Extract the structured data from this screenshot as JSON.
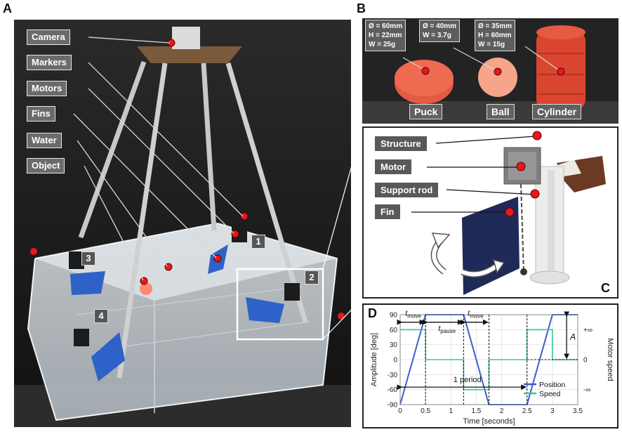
{
  "panels": {
    "a": "A",
    "b": "B",
    "c": "C",
    "d": "D"
  },
  "panel_a": {
    "labels": [
      "Camera",
      "Markers",
      "Motors",
      "Fins",
      "Water",
      "Object"
    ],
    "numbers": [
      "1",
      "2",
      "3",
      "4"
    ]
  },
  "panel_b": {
    "specs": [
      {
        "line1": "Ø = 60mm",
        "line2": "H = 22mm",
        "line3": "W = 25g"
      },
      {
        "line1": "Ø = 40mm",
        "line2": "W = 3.7g"
      },
      {
        "line1": "Ø = 35mm",
        "line2": "H = 60mm",
        "line3": "W = 15g"
      }
    ],
    "objects": [
      "Puck",
      "Ball",
      "Cylinder"
    ]
  },
  "panel_c": {
    "labels": [
      "Structure",
      "Motor",
      "Support rod",
      "Fin"
    ]
  },
  "chart_data": {
    "type": "line",
    "xlabel": "Time [seconds]",
    "ylabel": "Amplitude [deg]",
    "y2label": "Motor speed",
    "xlim": [
      0,
      3.5
    ],
    "ylim": [
      -90,
      90
    ],
    "xticks": [
      "0",
      "0.5",
      "1",
      "1.5",
      "2",
      "2.5",
      "3",
      "3.5"
    ],
    "yticks": [
      "90",
      "60",
      "30",
      "0",
      "-30",
      "-60",
      "-90"
    ],
    "y2ticks": [
      "+∞",
      "0",
      "-∞"
    ],
    "grid": true,
    "legend": "bottom-right",
    "series": [
      {
        "name": "Position",
        "color": "#3a5fcd",
        "x": [
          0,
          0.5,
          1.25,
          1.75,
          2.5,
          3.0,
          3.5
        ],
        "y": [
          -90,
          90,
          90,
          -90,
          -90,
          90,
          90
        ]
      },
      {
        "name": "Speed",
        "color": "#2ecc8f",
        "x": [
          0,
          0.5,
          0.5,
          1.25,
          1.25,
          1.75,
          1.75,
          2.5,
          2.5,
          3.0,
          3.0,
          3.5
        ],
        "y": [
          60,
          60,
          0,
          0,
          -60,
          -60,
          0,
          0,
          60,
          60,
          0,
          0
        ]
      }
    ],
    "annotations": {
      "t_move": "t",
      "t_move_sub": "move",
      "t_pause": "t",
      "t_pause_sub": "pause",
      "period": "1 period",
      "amplitude": "A"
    }
  }
}
